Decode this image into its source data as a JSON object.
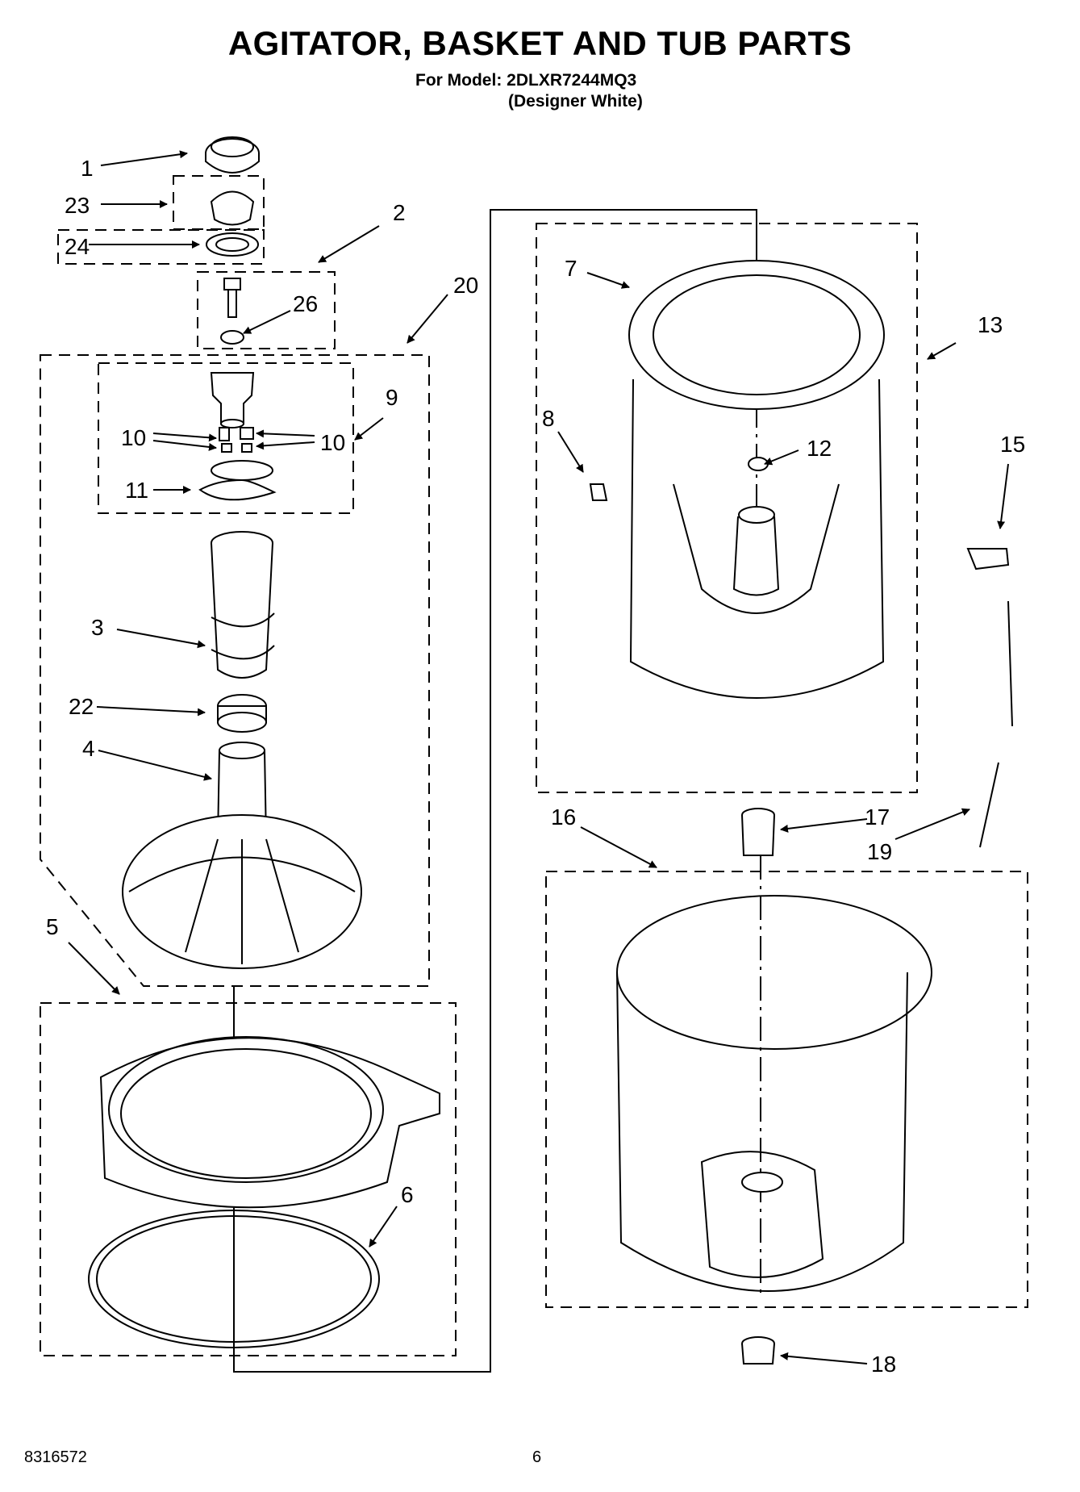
{
  "header": {
    "title": "AGITATOR, BASKET AND TUB PARTS",
    "model_line": "For Model: 2DLXR7244MQ3",
    "variant_line": "(Designer White)"
  },
  "callouts": {
    "c1": "1",
    "c2": "2",
    "c3": "3",
    "c4": "4",
    "c5": "5",
    "c6": "6",
    "c7": "7",
    "c8": "8",
    "c9": "9",
    "c10a": "10",
    "c10b": "10",
    "c11": "11",
    "c12": "12",
    "c13": "13",
    "c15": "15",
    "c16": "16",
    "c17": "17",
    "c18": "18",
    "c19": "19",
    "c20": "20",
    "c22": "22",
    "c23": "23",
    "c24": "24",
    "c26": "26"
  },
  "footer": {
    "doc_number": "8316572",
    "page_number": "6"
  }
}
